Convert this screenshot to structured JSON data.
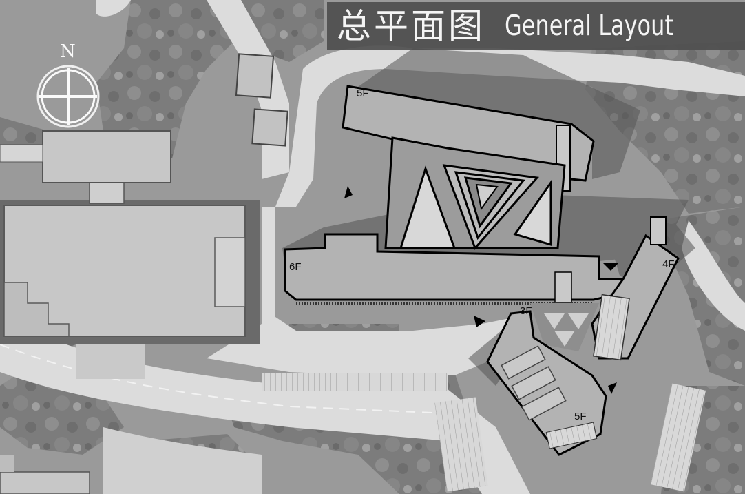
{
  "title": {
    "cn": "总平面图",
    "en": "General Layout"
  },
  "north_arrow": {
    "letter": "N",
    "icon": "north-arrow-icon"
  },
  "floor_labels": {
    "north_wing": "5F",
    "main_bar": "6F",
    "east_wing": "4F",
    "link_block": "3F",
    "south_wing": "5F"
  },
  "colors": {
    "background": "#9a9a9a",
    "title_band": "#4e4e4e",
    "paving": "#dcdcdc",
    "roof": "#b3b3b3",
    "building_outline": "#000000",
    "greenery": "#7c7c7c",
    "shadow": "#555555"
  }
}
